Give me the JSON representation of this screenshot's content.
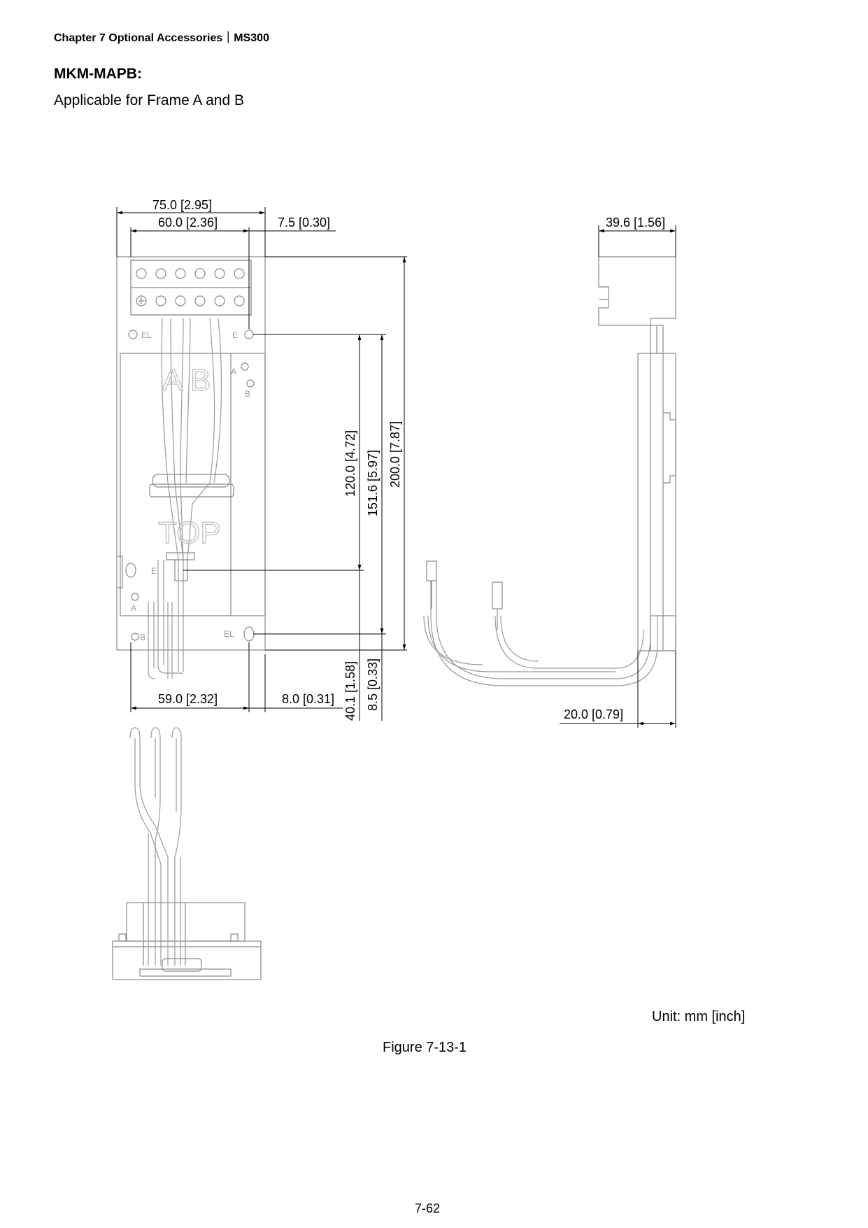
{
  "header": {
    "text": "Chapter 7 Optional Accessories｜MS300"
  },
  "section": {
    "title": "MKM-MAPB:",
    "subtitle": "Applicable for Frame A and B"
  },
  "dimensions": {
    "overall_width": "75.0 [2.95]",
    "hole_spacing_top": "60.0 [2.36]",
    "side_offset": "7.5 [0.30]",
    "depth": "39.6 [1.56]",
    "h_120": "120.0 [4.72]",
    "h_151": "151.6 [5.97]",
    "h_200": "200.0 [7.87]",
    "bottom_spacing": "59.0 [2.32]",
    "bottom_offset": "8.0 [0.31]",
    "v_40": "40.1 [1.58]",
    "v_8": "8.5 [0.33]",
    "side_20": "20.0 [0.79]"
  },
  "part_markings": {
    "el_upper": "EL",
    "e_upper": "E",
    "a_right": "A",
    "b_right": "B",
    "big_a": "A",
    "big_b": "B",
    "top": "TOP",
    "e_mid": "E",
    "a_left": "A",
    "b_left": "B",
    "el_lower": "EL"
  },
  "unit_label": "Unit: mm [inch]",
  "figure_caption": "Figure 7-13-1",
  "page_number": "7-62"
}
